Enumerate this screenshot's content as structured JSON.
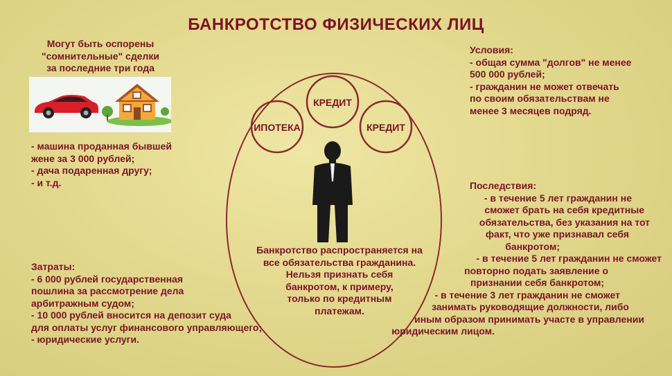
{
  "title": "БАНКРОТСТВО ФИЗИЧЕСКИХ ЛИЦ",
  "top_left": {
    "heading": [
      "Могут быть оспорены",
      "\"сомнительные\" сделки",
      "за последние три года"
    ],
    "items": [
      "- машина проданная бывшей",
      "жене за 3 000 рублей;",
      "- дача подаренная другу;",
      "- и т.д."
    ]
  },
  "conditions": {
    "lines": [
      "Условия:",
      "- общая сумма \"долгов\" не менее",
      "500 000 рублей;",
      "- гражданин не может отвечать",
      "по своим обязательствам не",
      "менее 3 месяцев подряд."
    ]
  },
  "bubbles": [
    "ИПОТЕКА",
    "КРЕДИТ",
    "КРЕДИТ"
  ],
  "center_text": [
    "Банкротство распространяется на",
    "все обязательства гражданина.",
    "Нельзя признать себя",
    "банкротом, к примеру,",
    "только по кредитным",
    "платежам."
  ],
  "costs": {
    "lines": [
      "Затраты:",
      "- 6 000 рублей государственная",
      "пошлина за рассмотрение дела",
      "арбитражным судом;",
      "- 10 000 рублей вносится на депозит суда",
      "для оплаты услуг финансового управляющего;",
      "- юридические услуги."
    ]
  },
  "consequences": {
    "heading": "Последствия:",
    "lines": [
      "- в течение 5 лет гражданин не",
      "сможет брать на себя кредитные",
      "обязательства, без указания на тот",
      "факт, что уже признавал себя",
      "банкротом;",
      "- в течение 5 лет гражданин не сможет",
      "повторно подать заявление о",
      "признании себя банкротом;",
      "- в течение 3 лет гражданин не сможет",
      "занимать руководящие должности, либо",
      "иным образом принимать участе в управлении",
      "юридическим лицом."
    ]
  },
  "colors": {
    "text": "#7a1424",
    "circle": "#8a2a2e",
    "car": "#d8202a",
    "figure": "#1a1a1a"
  },
  "icons": [
    "car-icon",
    "house-icon",
    "businessman-icon"
  ]
}
